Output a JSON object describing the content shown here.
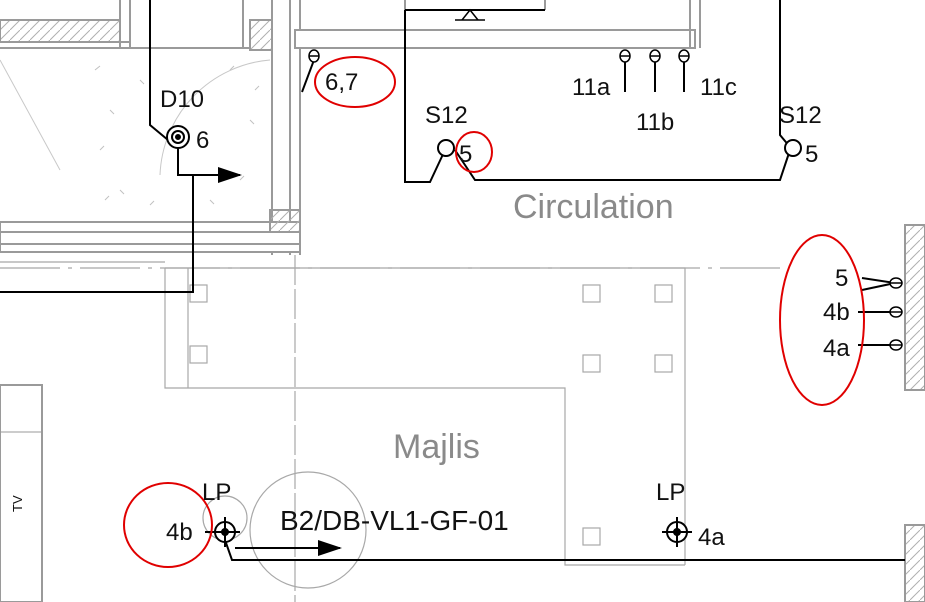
{
  "rooms": {
    "circulation": "Circulation",
    "majlis": "Majlis"
  },
  "labels": {
    "d10": "D10",
    "d10_circuit": "6",
    "circuit_6_7": "6,7",
    "s12_left": "S12",
    "s12_left_circuit": "5",
    "s12_right": "S12",
    "s12_right_circuit": "5",
    "c11a": "11a",
    "c11b": "11b",
    "c11c": "11c",
    "wall_5": "5",
    "wall_4b": "4b",
    "wall_4a": "4a",
    "lp_left": "LP",
    "lp_left_circuit": "4b",
    "lp_right": "LP",
    "lp_right_circuit": "4a",
    "panel_ref": "B2/DB-VL1-GF-01",
    "tv": "TV"
  },
  "colors": {
    "wall": "#9a9a9a",
    "hatch": "#b0b0b0",
    "wiring": "#000000",
    "markup": "#e00000",
    "room_text": "#8a8a8a"
  }
}
